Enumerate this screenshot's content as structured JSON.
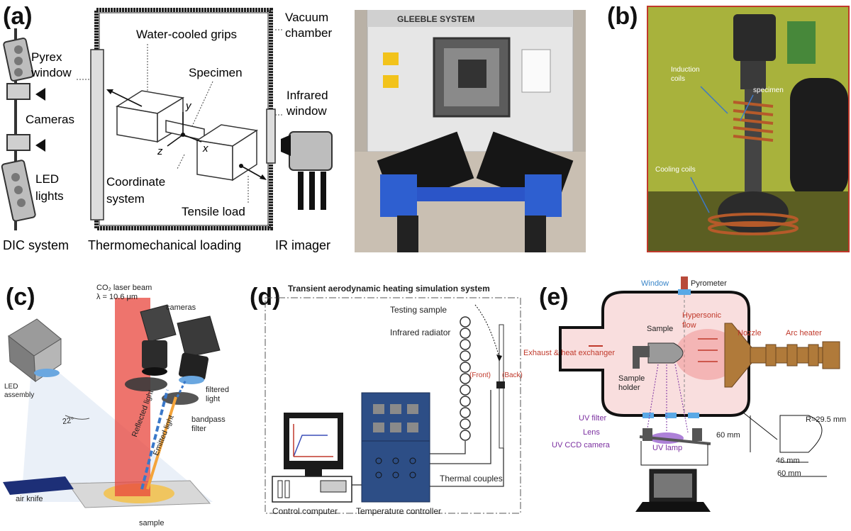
{
  "panel_labels": {
    "a": "(a)",
    "b": "(b)",
    "c": "(c)",
    "d": "(d)",
    "e": "(e)"
  },
  "panel_a": {
    "vacuum_chamber": "Vacuum\nchamber",
    "pyrex_window": "Pyrex\nwindow",
    "water_cooled_grips": "Water-cooled grips",
    "specimen": "Specimen",
    "infrared_window": "Infrared\nwindow",
    "cameras": "Cameras",
    "led_lights": "LED\nlights",
    "coordinate_system": "Coordinate\nsystem",
    "tensile_load": "Tensile load",
    "axis_y": "y",
    "axis_x": "x",
    "axis_z": "z",
    "dic_system": "DIC system",
    "thermomechanical_loading": "Thermomechanical loading",
    "ir_imager": "IR imager",
    "photo_brand": "GLEEBLE SYSTEM"
  },
  "panel_b": {
    "induction_coils": "Induction\ncoils",
    "specimen": "specimen",
    "cooling_coils": "Cooling coils"
  },
  "panel_c": {
    "laser_line1": "CO₂ laser beam",
    "laser_line2": "λ = 10.6 μm",
    "cameras": "cameras",
    "led_assembly": "LED\nassembly",
    "angle": "22°",
    "filtered_light": "filtered\nlight",
    "bandpass_filter": "bandpass\nfilter",
    "reflected_light": "Reflected light",
    "emitted_light": "Emitted light",
    "air_knife": "air knife",
    "sample": "sample"
  },
  "panel_d": {
    "title": "Transient aerodynamic heating simulation system",
    "testing_sample": "Testing sample",
    "infrared_radiator": "Infrared radiator",
    "front": "(Front)",
    "back": "(Back)",
    "control_computer": "Control computer",
    "temperature_controller": "Temperature controller",
    "thermal_couples": "Thermal couples"
  },
  "panel_e": {
    "window": "Window",
    "pyrometer": "Pyrometer",
    "hypersonic_flow": "Hypersonic\nflow",
    "sample": "Sample",
    "nozzle": "Nozzle",
    "arc_heater": "Arc heater",
    "exhaust": "Exhaust & heat exchanger",
    "sample_holder": "Sample\nholder",
    "uv_filter": "UV filter",
    "lens": "Lens",
    "uv_ccd_camera": "UV CCD camera",
    "uv_lamp": "UV lamp",
    "dim_r": "R=29.5 mm",
    "dim_60a": "60 mm",
    "dim_46": "46 mm",
    "dim_60b": "60 mm"
  },
  "colors": {
    "laser_red": "#e8463c",
    "chamber_pink": "#f9dede",
    "label_red": "#c0392b",
    "window_blue": "#5aa9e6",
    "purple": "#7b2fa0",
    "photo_green": "#9aa83a",
    "photo_border": "#c0392b"
  }
}
